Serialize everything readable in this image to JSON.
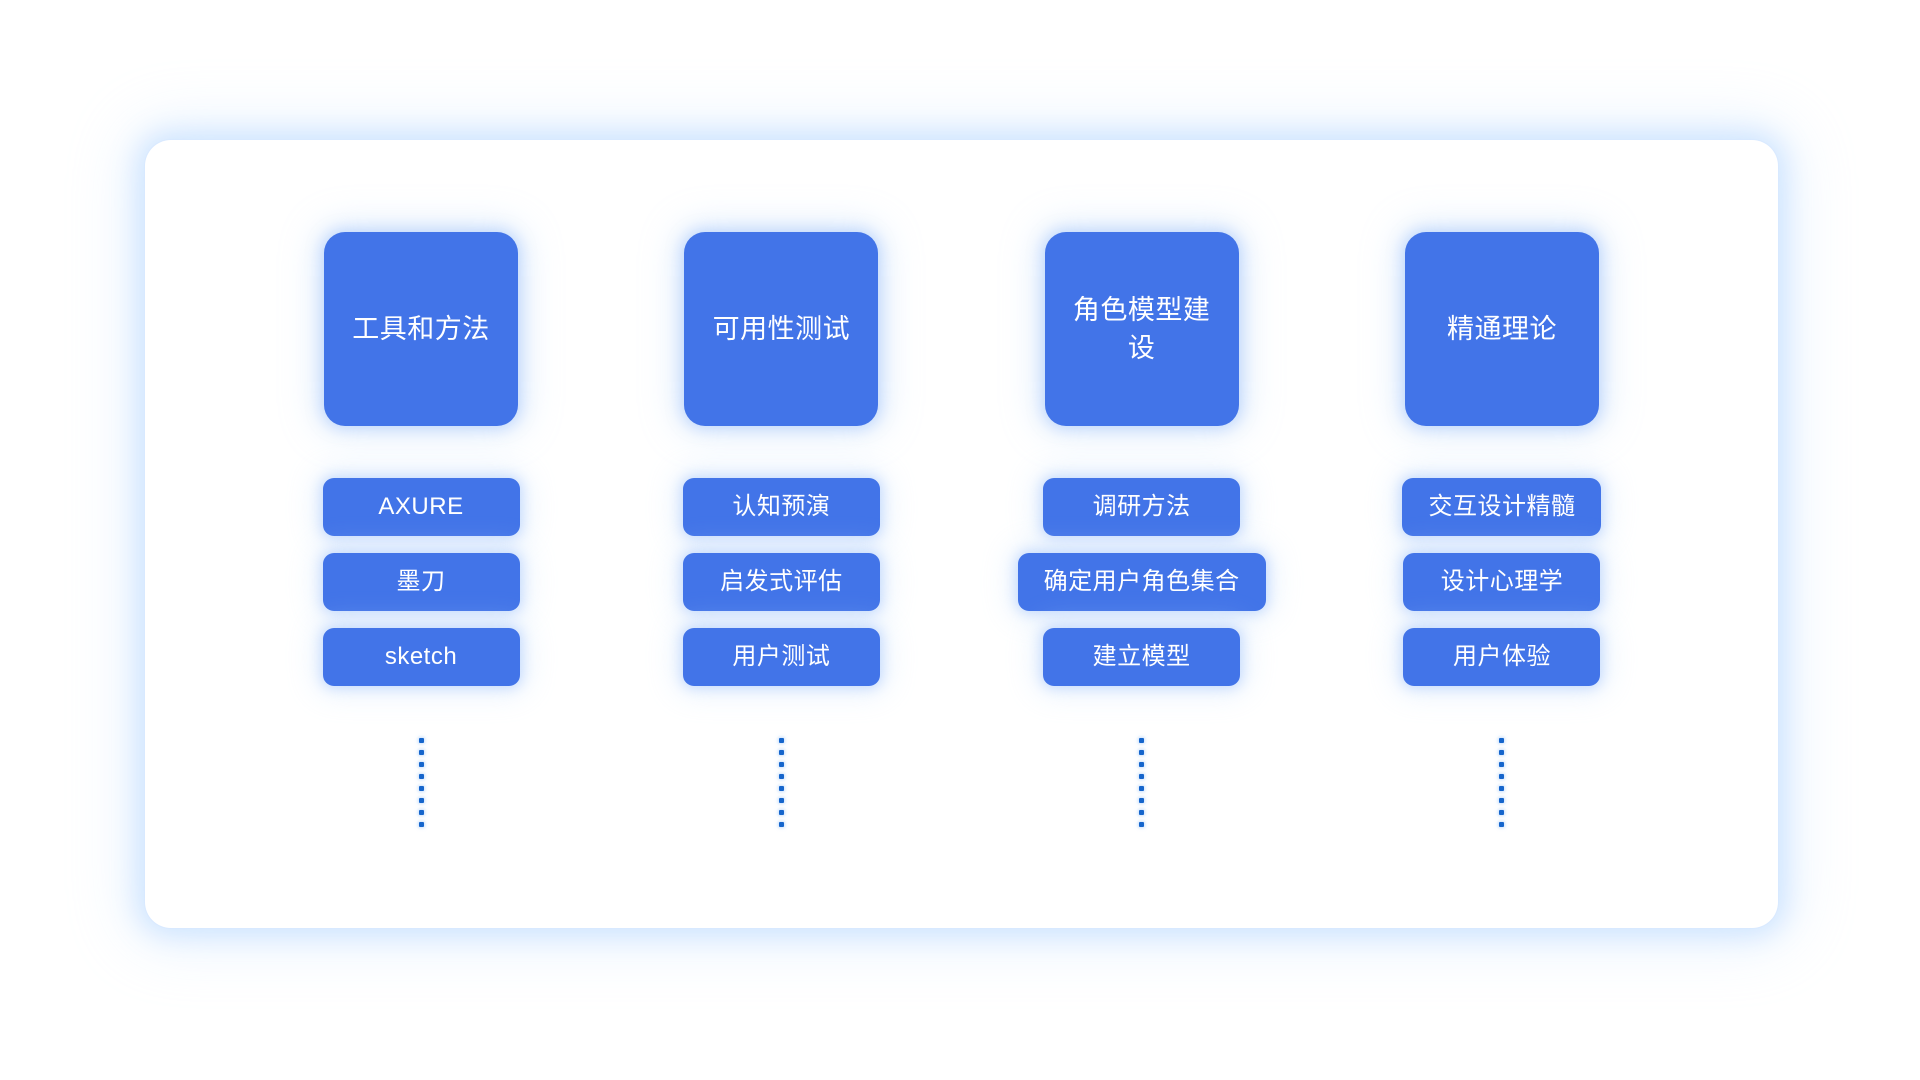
{
  "page": {
    "background_color": "#ffffff",
    "panel_background": "#ffffff",
    "accent_color": "#4274e8",
    "glow_color": "#a3ccff",
    "dot_color": "#1565cc",
    "text_color": "#ffffff"
  },
  "columns": [
    {
      "header": "工具和方法",
      "items": [
        "AXURE",
        "墨刀",
        "sketch"
      ],
      "more_indicator_dots": 8
    },
    {
      "header": "可用性测试",
      "items": [
        "认知预演",
        "启发式评估",
        "用户测试"
      ],
      "more_indicator_dots": 8
    },
    {
      "header": "角色模型建设",
      "items": [
        "调研方法",
        "确定用户角色集合",
        "建立模型"
      ],
      "more_indicator_dots": 8
    },
    {
      "header": "精通理论",
      "items": [
        "交互设计精髓",
        "设计心理学",
        "用户体验"
      ],
      "more_indicator_dots": 8
    }
  ]
}
